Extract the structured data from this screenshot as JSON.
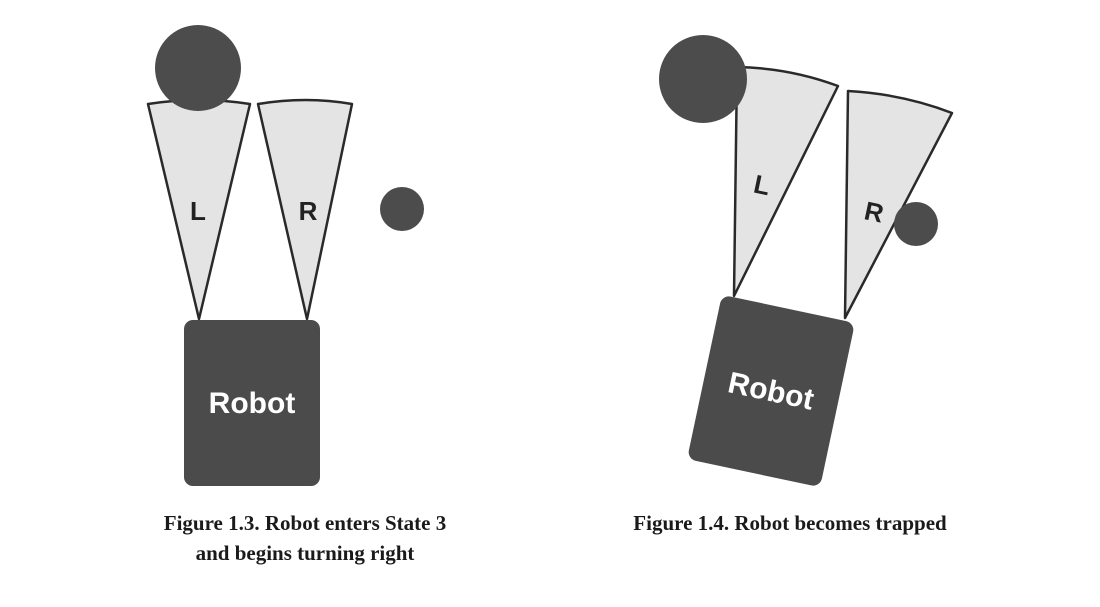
{
  "figure_1": {
    "caption_line1": "Figure 1.3. Robot enters State 3",
    "caption_line2": "and begins turning right",
    "left_sensor_label": "L",
    "right_sensor_label": "R",
    "robot_label": "Robot"
  },
  "figure_2": {
    "caption": "Figure 1.4. Robot becomes trapped",
    "left_sensor_label": "L",
    "right_sensor_label": "R",
    "robot_label": "Robot"
  },
  "colors": {
    "robot": "#4b4b4b",
    "obstacle": "#4c4c4c",
    "sensor_fill": "#e4e4e4",
    "sensor_outline": "#2a2a2a"
  }
}
